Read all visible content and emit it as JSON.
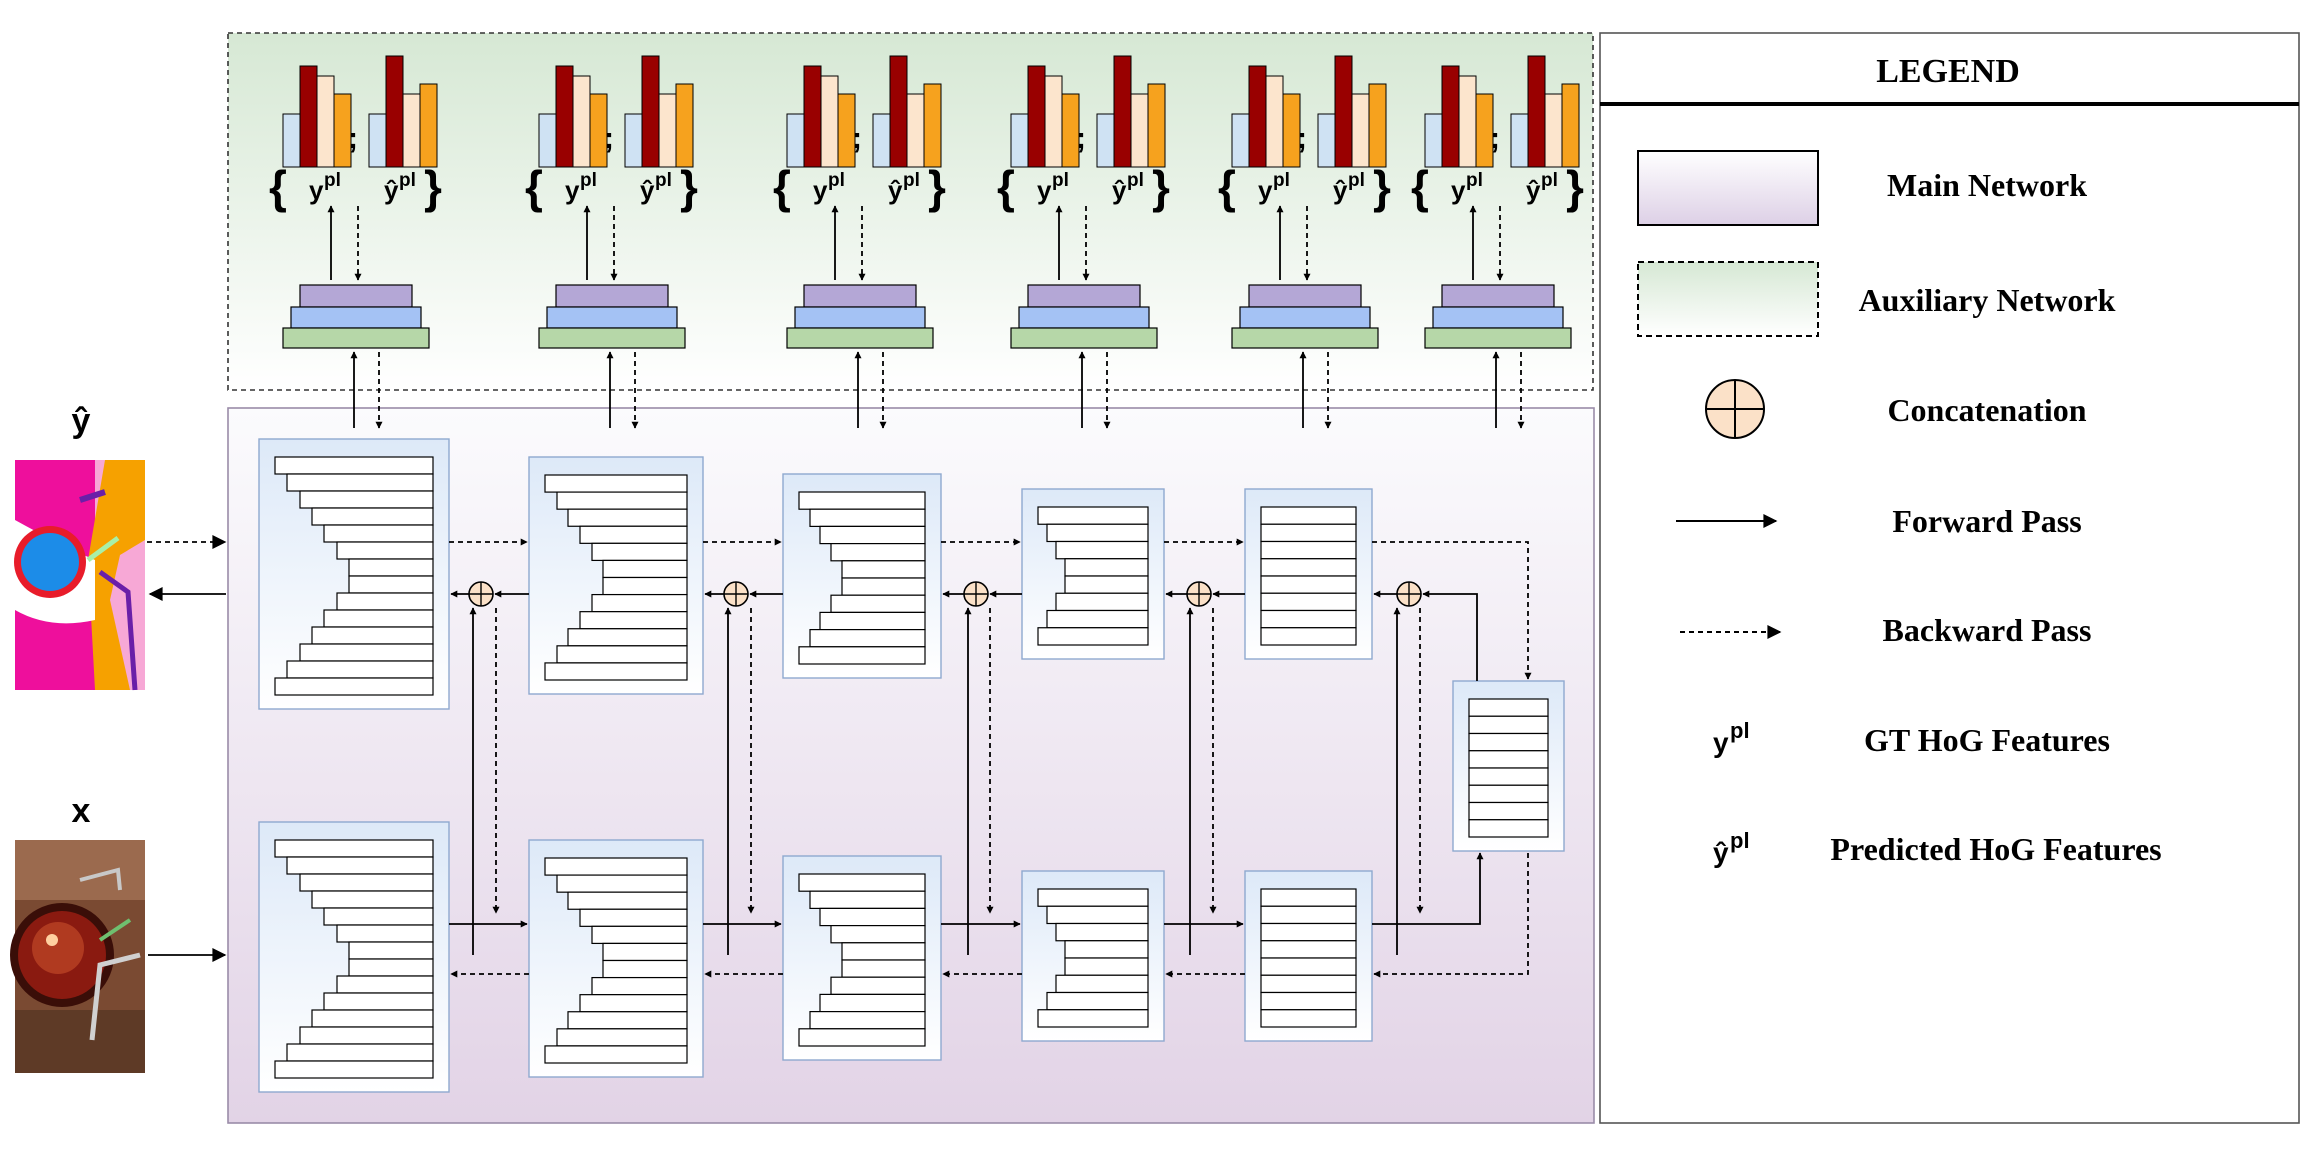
{
  "labels": {
    "y_hat": "ŷ",
    "x": "x",
    "y_pl_base": "y",
    "y_hat_pl_base": "ŷ",
    "pl_sup": "pl",
    "brace_open": "{",
    "brace_close": "}",
    "separator": ";"
  },
  "legend": {
    "title": "LEGEND",
    "items": [
      {
        "symbol": "main-network-swatch",
        "label": "Main Network"
      },
      {
        "symbol": "auxiliary-network-swatch",
        "label": "Auxiliary Network"
      },
      {
        "symbol": "concatenation-icon",
        "label": "Concatenation"
      },
      {
        "symbol": "forward-arrow",
        "label": "Forward Pass"
      },
      {
        "symbol": "backward-arrow",
        "label": "Backward Pass"
      },
      {
        "symbol": "y-pl-symbol",
        "label": "GT HoG Features",
        "sym_base": "y",
        "sym_sup": "pl"
      },
      {
        "symbol": "y-hat-pl-symbol",
        "label": "Predicted HoG Features",
        "sym_base": "ŷ",
        "sym_sup": "pl"
      }
    ]
  },
  "colors": {
    "main_network_top": "#fbfbfd",
    "main_network_bottom": "#e2d3e6",
    "aux_network_top": "#d6e8d4",
    "aux_network_bottom": "#ffffff",
    "block_fill_top": "#dde9f8",
    "block_fill_bottom": "#ffffff",
    "block_border": "#8ea9cf",
    "head_purple": "#b4a7d6",
    "head_blue": "#a4c2f4",
    "head_green": "#b6d7a8",
    "bar_light_blue": "#cfe2f3",
    "bar_dark_red": "#990000",
    "bar_peach": "#fce5cd",
    "bar_orange": "#f6a21e",
    "concat_fill": "#fbe1c8"
  }
}
